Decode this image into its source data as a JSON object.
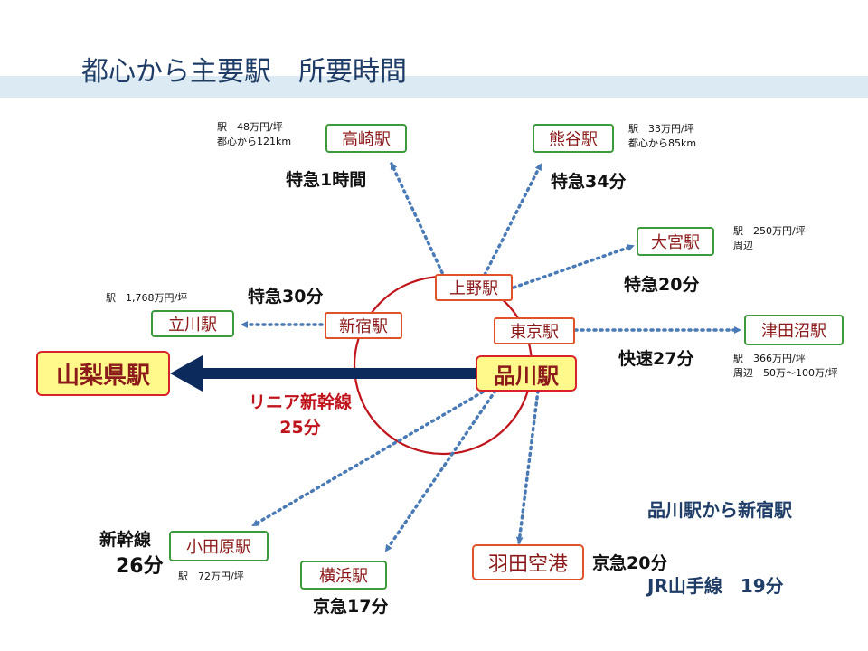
{
  "title": "都心から主要駅　所要時間",
  "colors": {
    "dotted": "#4a7ab5",
    "arrow": "#0d2a5c",
    "circle": "#c0141c",
    "hub_fill": "#fff88a"
  },
  "stations": {
    "takasaki": "高崎駅",
    "kumagaya": "熊谷駅",
    "omiya": "大宮駅",
    "tsudanuma": "津田沼駅",
    "tachikawa": "立川駅",
    "yamanashi": "山梨県駅",
    "ueno": "上野駅",
    "shinjuku": "新宿駅",
    "tokyo": "東京駅",
    "shinagawa": "品川駅",
    "odawara": "小田原駅",
    "yokohama": "横浜駅",
    "haneda": "羽田空港"
  },
  "times": {
    "takasaki": "特急1時間",
    "kumagaya": "特急34分",
    "omiya": "特急20分",
    "tachikawa": "特急30分",
    "tsudanuma": "快速27分",
    "odawara_line": "新幹線",
    "odawara_min": "26分",
    "yokohama": "京急17分",
    "haneda": "京急20分",
    "linear_line": "リニア新幹線",
    "linear_min": "25分"
  },
  "notes": {
    "takasaki_1": "駅　48万円/坪",
    "takasaki_2": "都心から121km",
    "kumagaya_1": "駅　33万円/坪",
    "kumagaya_2": "都心から85km",
    "omiya_1": "駅　250万円/坪",
    "omiya_2": "周辺",
    "tachikawa_1": "駅　1,768万円/坪",
    "tsudanuma_1": "駅　366万円/坪",
    "tsudanuma_2": "周辺　50万～100万/坪",
    "odawara_1": "駅　72万円/坪"
  },
  "jr": {
    "line1": "品川駅から新宿駅",
    "line2": "JR山手線　19分"
  }
}
